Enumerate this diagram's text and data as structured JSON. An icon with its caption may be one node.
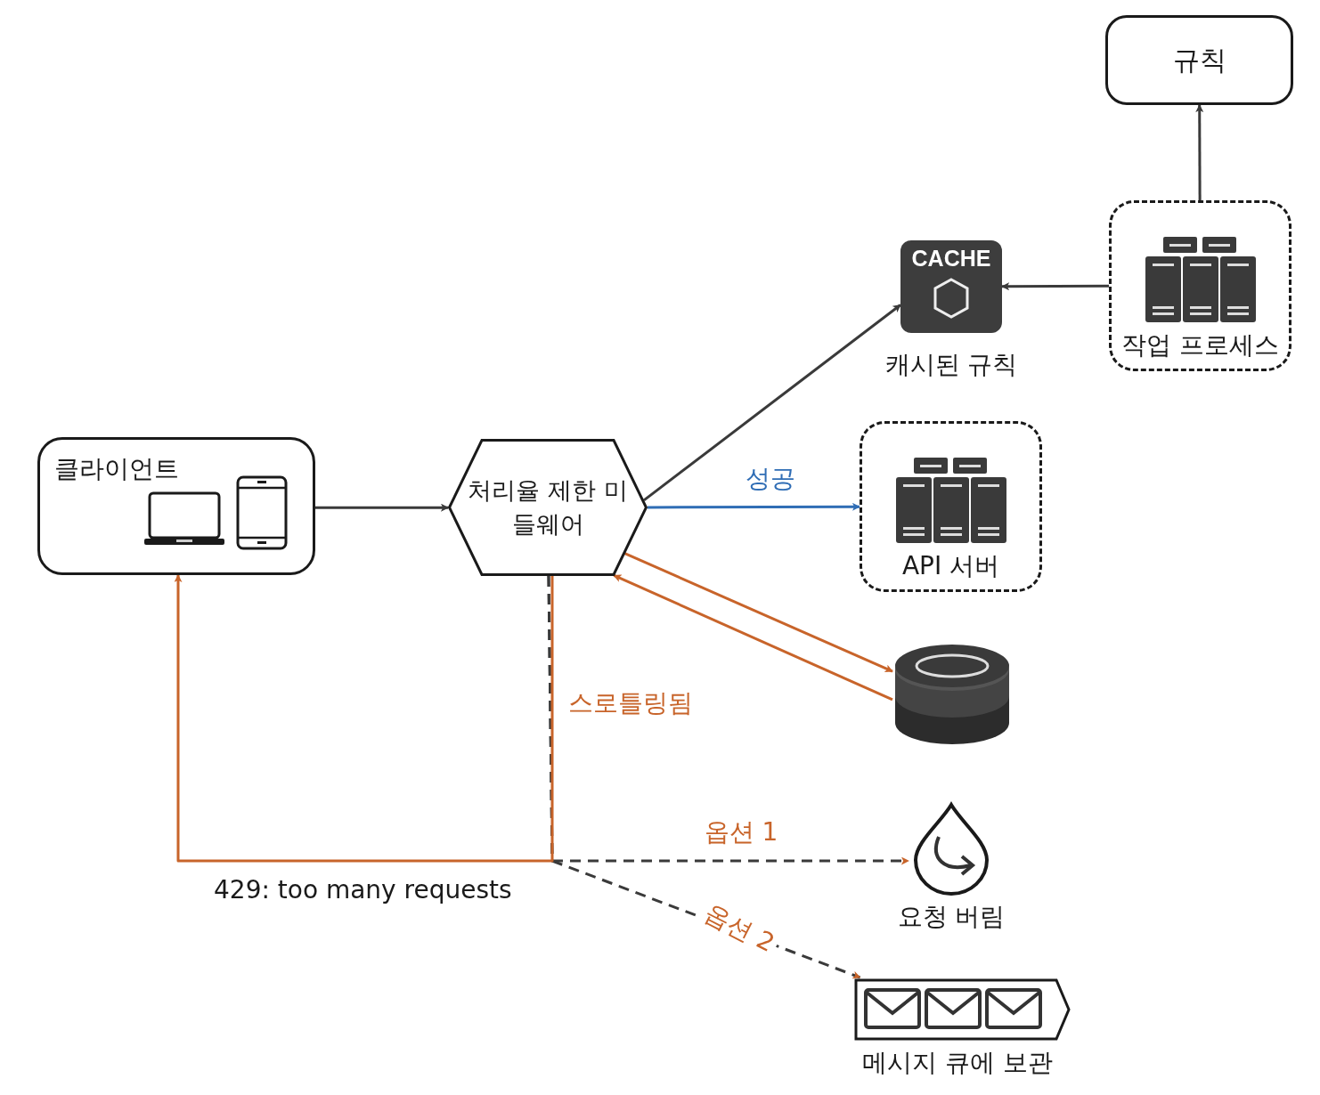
{
  "diagram": {
    "nodes": [
      {
        "text": [
          "규칙"
        ]
      },
      {
        "text": [
          "작업 프로세스"
        ]
      },
      {
        "text": [
          "CACHE"
        ],
        "beside": [
          "캐시된 규칙"
        ]
      },
      {
        "text": [
          "클라이언트"
        ]
      },
      {
        "text": [
          "처리율 제한 미들웨어"
        ]
      },
      {
        "text": [
          "API 서버"
        ]
      },
      {
        "text": [],
        "shape": "cylinder"
      },
      {
        "text": [],
        "shape": "drop",
        "beside": [
          "요청 버림"
        ]
      },
      {
        "text": [],
        "shape": "queue",
        "beside": [
          "메시지 큐에 보관"
        ]
      }
    ],
    "edges": [
      {
        "from": 3,
        "to": 4,
        "arrow": "to"
      },
      {
        "from": 4,
        "to": 2,
        "arrow": "to"
      },
      {
        "from": 1,
        "to": 2,
        "arrow": "to"
      },
      {
        "from": 1,
        "to": 0,
        "arrow": "to"
      },
      {
        "from": 4,
        "to": 5,
        "arrow": "to",
        "label": "성공",
        "color": "#2f6db5"
      },
      {
        "from": 4,
        "to": 6,
        "arrow": "to",
        "color": "#c8642a"
      },
      {
        "from": 6,
        "to": 4,
        "arrow": "to",
        "color": "#c8642a"
      },
      {
        "from": 4,
        "to": 3,
        "arrow": "to",
        "label": "스로틀링됨",
        "color": "#c8642a"
      },
      {
        "from": 4,
        "to": 7,
        "arrow": "to",
        "label": "옵션 1",
        "style": "dashed"
      },
      {
        "from": 4,
        "to": 8,
        "arrow": "to",
        "label": "옵션 2",
        "style": "dashed"
      }
    ],
    "labels": [
      "429: too many requests"
    ]
  }
}
